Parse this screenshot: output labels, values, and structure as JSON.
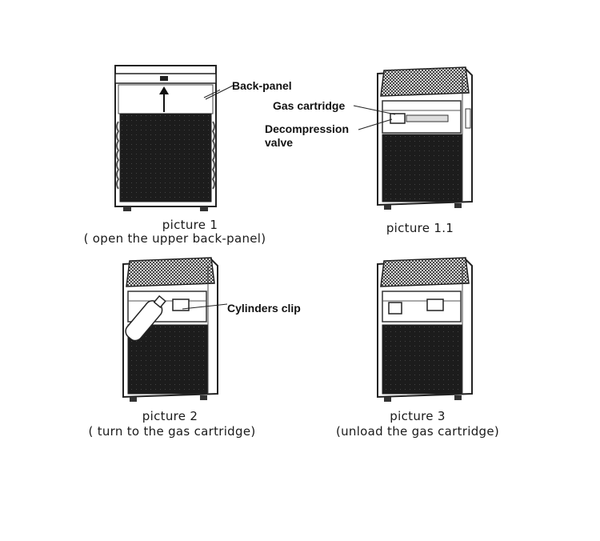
{
  "figures": [
    {
      "caption": "picture 1",
      "subcaption": "( open the upper back-panel)",
      "callouts": [
        "Back-panel"
      ]
    },
    {
      "caption": "picture 1.1",
      "subcaption": "",
      "callouts": [
        "Gas cartridge",
        "Decompression",
        "valve"
      ]
    },
    {
      "caption": "picture 2",
      "subcaption": "( turn to the gas cartridge)",
      "callouts": [
        "Cylinders clip"
      ]
    },
    {
      "caption": "picture 3",
      "subcaption": "(unload the gas cartridge)",
      "callouts": []
    }
  ]
}
